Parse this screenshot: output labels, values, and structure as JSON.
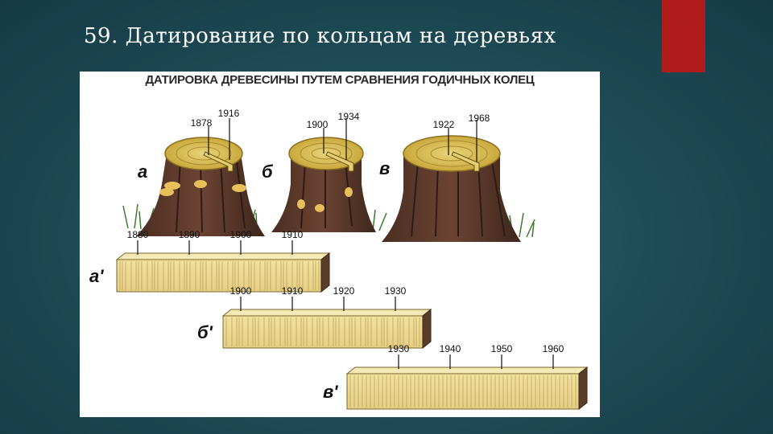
{
  "slide": {
    "title": "59. Датирование по кольцам на деревьях",
    "accent_color": "#b01b1b"
  },
  "figure": {
    "heading": "ДАТИРОВКА ДРЕВЕСИНЫ ПУТЕМ СРАВНЕНИЯ ГОДИЧНЫХ КОЛЕЦ",
    "stumps": [
      {
        "letter": "а",
        "year_start": "1878",
        "year_end": "1916"
      },
      {
        "letter": "б",
        "year_start": "1900",
        "year_end": "1934"
      },
      {
        "letter": "в",
        "year_start": "1922",
        "year_end": "1968"
      }
    ],
    "strips": [
      {
        "letter": "а'",
        "years": [
          "1880",
          "1890",
          "1900",
          "1910"
        ]
      },
      {
        "letter": "б'",
        "years": [
          "1900",
          "1910",
          "1920",
          "1930"
        ]
      },
      {
        "letter": "в'",
        "years": [
          "1930",
          "1940",
          "1950",
          "1960"
        ]
      }
    ]
  }
}
